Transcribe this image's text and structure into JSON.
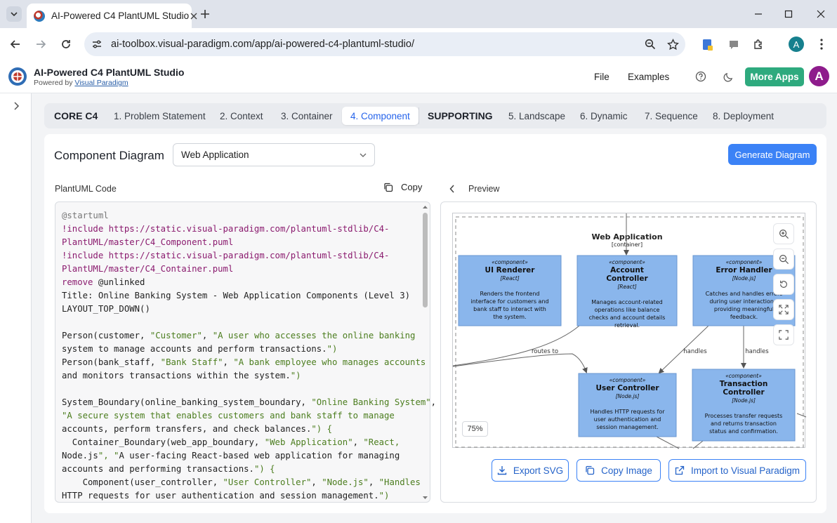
{
  "browser": {
    "tab_title": "AI-Powered C4 PlantUML Studio",
    "url": "ai-toolbox.visual-paradigm.com/app/ai-powered-c4-plantuml-studio/",
    "profile_initial": "A"
  },
  "app": {
    "title": "AI-Powered C4 PlantUML Studio",
    "powered_by": "Powered by",
    "powered_by_link": "Visual Paradigm",
    "nav_file": "File",
    "nav_examples": "Examples",
    "more_apps": "More Apps",
    "avatar_initial": "A",
    "accent_color": "#3b82f6",
    "more_apps_color": "#2eaa7e",
    "avatar_color": "#8e1c8c"
  },
  "steps": {
    "core_label": "CORE C4",
    "core": [
      "1. Problem Statement",
      "2. Context",
      "3. Container",
      "4. Component"
    ],
    "supporting_label": "SUPPORTING",
    "supporting": [
      "5. Landscape",
      "6. Dynamic",
      "7. Sequence",
      "8. Deployment"
    ],
    "active": "4. Component"
  },
  "editor": {
    "heading": "Component Diagram",
    "selected_container": "Web Application",
    "generate": "Generate Diagram",
    "code_label": "PlantUML Code",
    "copy": "Copy",
    "preview": "Preview"
  },
  "code_lines": [
    {
      "t": "@startuml",
      "c": "cm"
    },
    {
      "t": "!include https://static.visual-paradigm.com/plantuml-stdlib/C4-",
      "c": "kw"
    },
    {
      "t": "PlantUML/master/C4_Component.puml",
      "c": "kw"
    },
    {
      "t": "!include https://static.visual-paradigm.com/plantuml-stdlib/C4-",
      "c": "kw"
    },
    {
      "t": "PlantUML/master/C4_Container.puml",
      "c": "kw"
    },
    {
      "t": "remove @unlinked",
      "c": "mix"
    },
    {
      "t": "Title: Online Banking System - Web Application Components (Level 3)",
      "c": ""
    },
    {
      "t": "LAYOUT_TOP_DOWN()",
      "c": ""
    },
    {
      "t": "",
      "c": ""
    },
    {
      "t": "Person(customer, \"Customer\", \"A user who accesses the online banking",
      "c": ""
    },
    {
      "t": "system to manage accounts and perform transactions.\")",
      "c": ""
    },
    {
      "t": "Person(bank_staff, \"Bank Staff\", \"A bank employee who manages accounts",
      "c": ""
    },
    {
      "t": "and monitors transactions within the system.\")",
      "c": ""
    },
    {
      "t": "",
      "c": ""
    },
    {
      "t": "System_Boundary(online_banking_system_boundary, \"Online Banking System\",",
      "c": ""
    },
    {
      "t": "\"A secure system that enables customers and bank staff to manage",
      "c": ""
    },
    {
      "t": "accounts, perform transfers, and check balances.\") {",
      "c": ""
    },
    {
      "t": "  Container_Boundary(web_app_boundary, \"Web Application\", \"React,",
      "c": ""
    },
    {
      "t": "Node.js\", \"A user-facing React-based web application for managing",
      "c": ""
    },
    {
      "t": "accounts and performing transactions.\") {",
      "c": ""
    },
    {
      "t": "    Component(user_controller, \"User Controller\", \"Node.js\", \"Handles",
      "c": ""
    },
    {
      "t": "HTTP requests for user authentication and session management.\")",
      "c": ""
    }
  ],
  "diagram": {
    "boundary_title": "Web Application",
    "boundary_type": "[container]",
    "stereotype": "«component»",
    "components": [
      {
        "name": "UI Renderer",
        "tech": "[React]",
        "desc": [
          "Renders the frontend",
          "interface for customers and",
          "bank staff to interact with",
          "the system."
        ]
      },
      {
        "name": "Account Controller",
        "tech": "[React]",
        "desc": [
          "Manages account-related",
          "operations like balance",
          "checks and account details",
          "retrieval."
        ]
      },
      {
        "name": "Error Handler",
        "tech": "[Node.js]",
        "desc": [
          "Catches and handles errors",
          "during user interactions,",
          "providing meaningful",
          "feedback."
        ]
      },
      {
        "name": "User Controller",
        "tech": "[Node.js]",
        "desc": [
          "Handles HTTP requests for",
          "user authentication and",
          "session management."
        ]
      },
      {
        "name": "Transaction Controller",
        "tech": "[Node.js]",
        "desc": [
          "Processes transfer requests",
          "and returns transaction",
          "status and confirmation."
        ]
      }
    ],
    "edge_labels": [
      "routes to",
      "handles",
      "handles"
    ],
    "zoom_level": "75%",
    "box_color": "#8ab6ec"
  },
  "actions": {
    "export_svg": "Export SVG",
    "copy_image": "Copy Image",
    "import_vp": "Import to Visual Paradigm"
  }
}
